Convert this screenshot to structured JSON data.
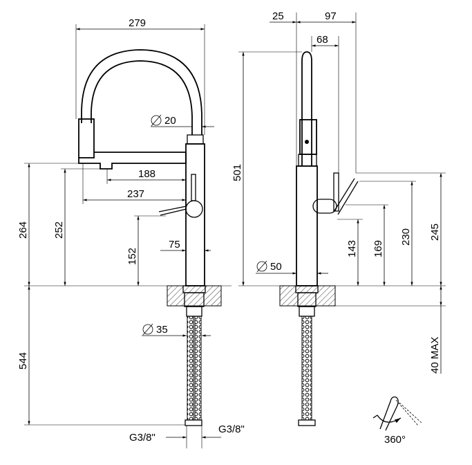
{
  "dimensions": {
    "width_279": "279",
    "dia_20": "20",
    "d188": "188",
    "d237": "237",
    "d264": "264",
    "d252": "252",
    "d152": "152",
    "d75": "75",
    "dia_35": "35",
    "d544": "544",
    "thread_left": "G3/8\"",
    "thread_right": "G3/8\"",
    "d25": "25",
    "d97": "97",
    "d68": "68",
    "d501": "501",
    "dia_50": "50",
    "d143": "143",
    "d169": "169",
    "d230": "230",
    "d245": "245",
    "max40": "40 MAX",
    "rotation": "360°"
  },
  "colors": {
    "line": "#000000",
    "background": "#ffffff"
  }
}
